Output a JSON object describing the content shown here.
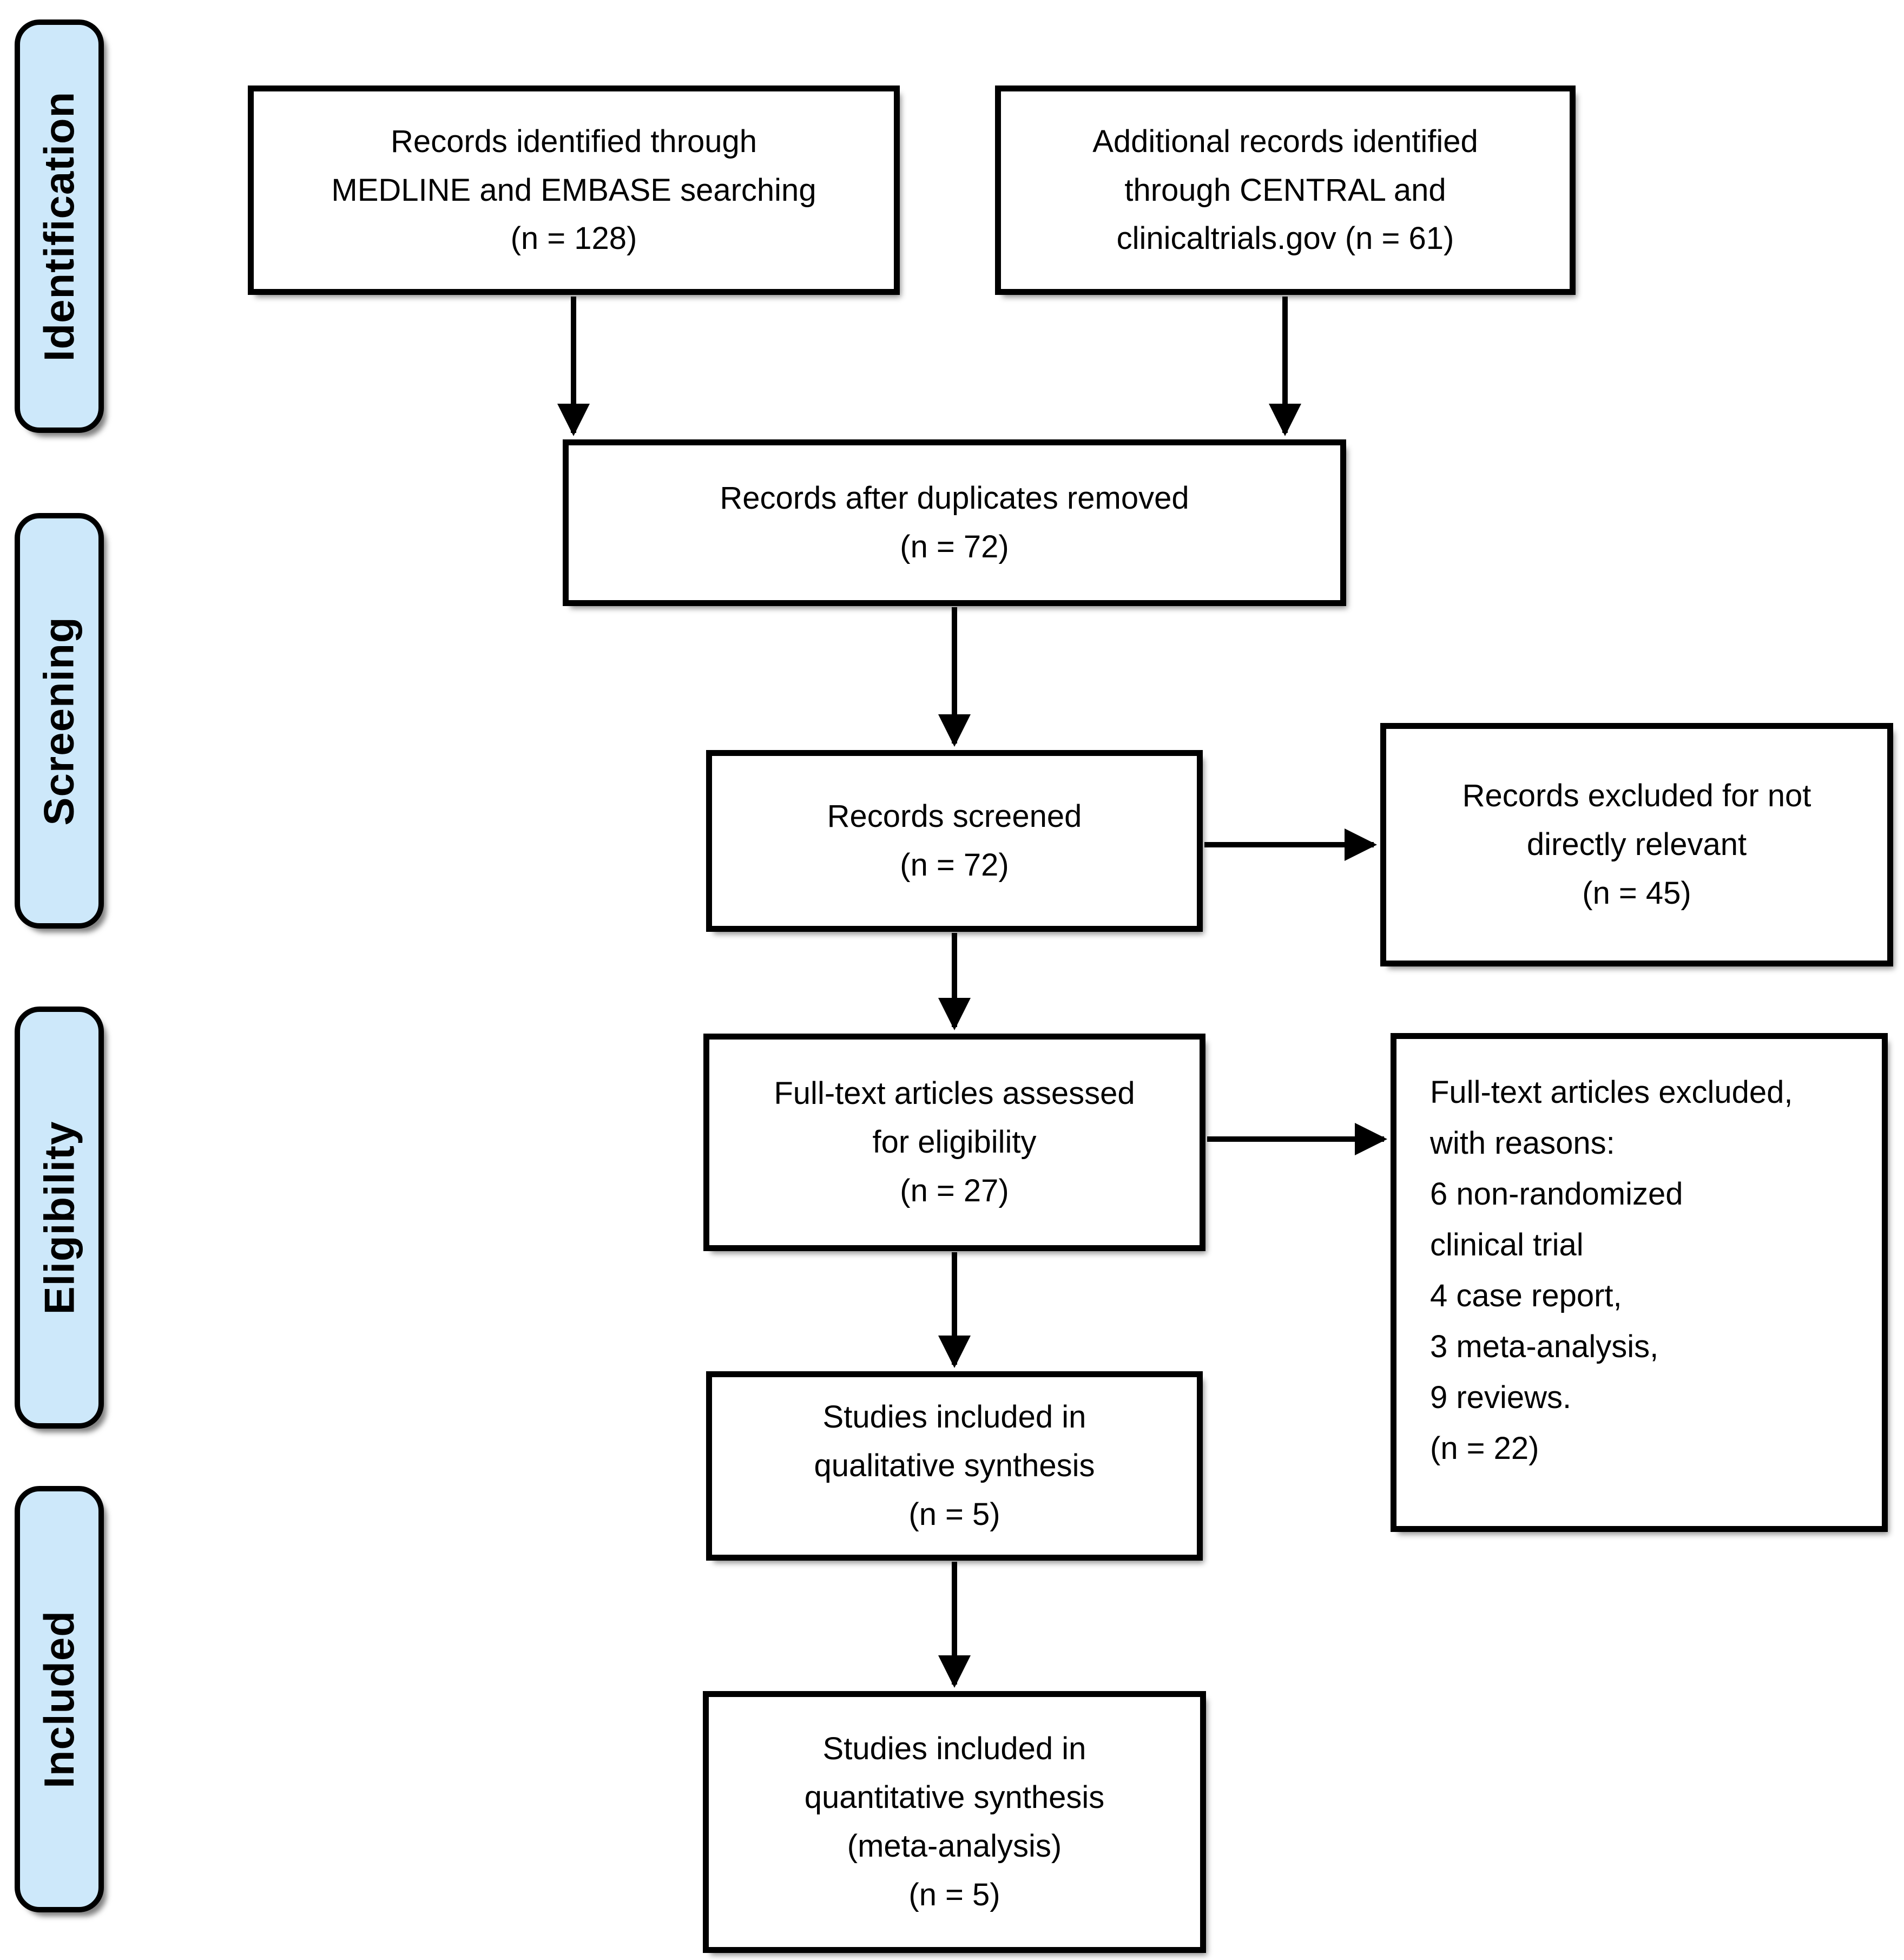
{
  "stages": [
    {
      "label": "Identification"
    },
    {
      "label": "Screening"
    },
    {
      "label": "Eligibility"
    },
    {
      "label": "Included"
    }
  ],
  "flow": {
    "identified": {
      "lines": [
        "Records identified through",
        "MEDLINE and EMBASE searching",
        "(n = 128)"
      ]
    },
    "additional": {
      "lines": [
        "Additional records identified",
        "through CENTRAL and",
        "clinicaltrials.gov (n = 61)"
      ]
    },
    "deduplicated": {
      "lines": [
        "Records after duplicates removed",
        "(n = 72)"
      ]
    },
    "screened": {
      "lines": [
        "Records screened",
        "(n = 72)"
      ]
    },
    "excluded_screening": {
      "lines": [
        "Records excluded for not",
        "directly relevant",
        "(n = 45)"
      ]
    },
    "fulltext_assessed": {
      "lines": [
        "Full-text articles assessed",
        "for eligibility",
        "(n = 27)"
      ]
    },
    "fulltext_excluded": {
      "lines": [
        "Full-text articles excluded,",
        "with reasons:",
        "6 non-randomized",
        "clinical trial",
        "4 case report,",
        "3 meta-analysis,",
        "9 reviews.",
        "(n = 22)"
      ]
    },
    "qualitative": {
      "lines": [
        "Studies included in",
        "qualitative synthesis",
        "(n = 5)"
      ]
    },
    "quantitative": {
      "lines": [
        "Studies included in",
        "quantitative synthesis",
        "(meta-analysis)",
        "(n = 5)"
      ]
    }
  },
  "colors": {
    "stage_fill": "#cde8fa",
    "stage_border": "#000000",
    "box_fill": "#ffffff",
    "box_border": "#000000",
    "arrow": "#000000",
    "text": "#000000"
  }
}
